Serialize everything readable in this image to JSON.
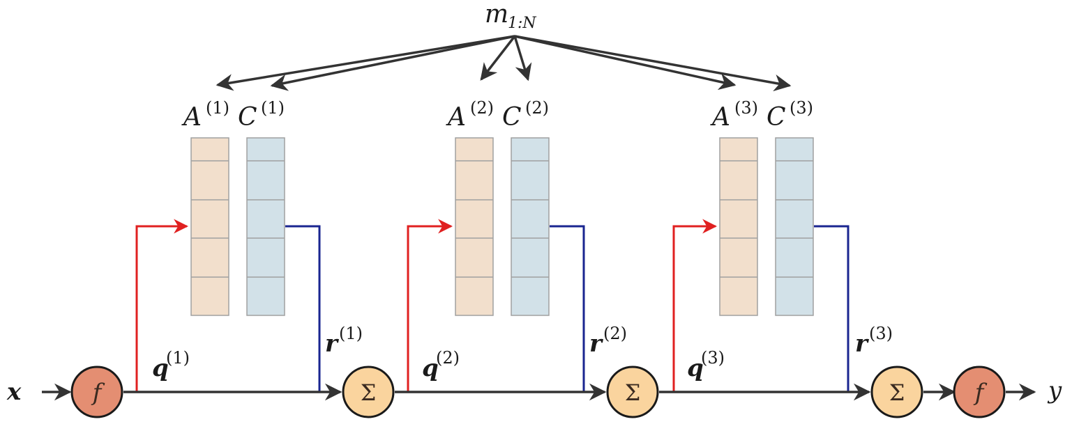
{
  "memory_label": {
    "base": "m",
    "sub": "1:N"
  },
  "input_label": "x",
  "output_label": "y",
  "blocks": [
    {
      "A_base": "A",
      "C_base": "C",
      "sup": "(1)",
      "q_base": "q",
      "q_sup": "(1)",
      "r_base": "r",
      "r_sup": "(1)"
    },
    {
      "A_base": "A",
      "C_base": "C",
      "sup": "(2)",
      "q_base": "q",
      "q_sup": "(2)",
      "r_base": "r",
      "r_sup": "(2)"
    },
    {
      "A_base": "A",
      "C_base": "C",
      "sup": "(3)",
      "q_base": "q",
      "q_sup": "(3)",
      "r_base": "r",
      "r_sup": "(3)"
    }
  ],
  "nodes": {
    "f_in": "f",
    "sum_1": "Σ",
    "sum_2": "Σ",
    "sum_3": "Σ",
    "f_out": "f"
  },
  "colors": {
    "memory_A_fill": "#f2dfcc",
    "memory_C_fill": "#d2e1e8",
    "cell_border": "#a0a0a0",
    "query_line": "#e02020",
    "response_line": "#1a2590",
    "main_line": "#333333",
    "f_node_fill": "#e48e72",
    "sum_node_fill": "#fad49e"
  }
}
